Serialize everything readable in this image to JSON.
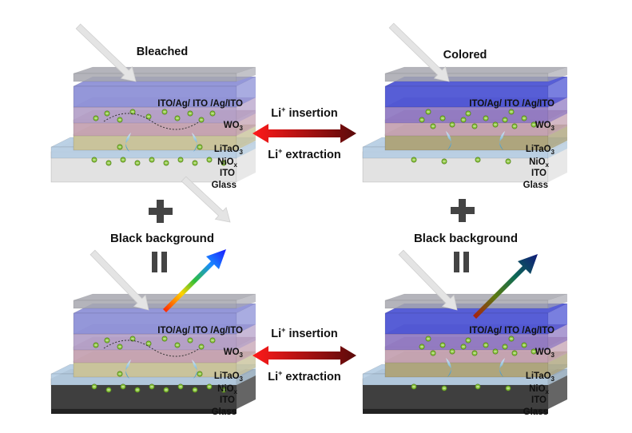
{
  "panels": [
    {
      "id": "bleached-white",
      "title": "Bleached",
      "background": "white",
      "state": "bleached"
    },
    {
      "id": "colored-white",
      "title": "Colored",
      "background": "white",
      "state": "colored"
    },
    {
      "id": "bleached-black",
      "title": "",
      "background": "black",
      "state": "bleached"
    },
    {
      "id": "colored-black",
      "title": "",
      "background": "black",
      "state": "colored"
    }
  ],
  "layer_labels": {
    "top_electrode": "ITO/Ag/ ITO /Ag/ITO",
    "wo3": {
      "base": "WO",
      "sub": "3"
    },
    "litao3": {
      "base": "LiTaO",
      "sub": "3"
    },
    "niox": {
      "base": "NiO",
      "sub": "x"
    },
    "ito": "ITO",
    "glass": "Glass"
  },
  "process": {
    "insertion": {
      "base": "Li",
      "sup": "+",
      "rest": " insertion"
    },
    "extraction": {
      "base": "Li",
      "sup": "+",
      "rest": " extraction"
    }
  },
  "plus_sign": "+",
  "equals_sign": "=",
  "background_label": "Black background",
  "colors": {
    "electrode_bleached": "#8f92d8",
    "electrode_colored": "#4f56d4",
    "wo3_bleached": "#b4a0c8",
    "wo3_colored": "#8f78c2",
    "litao3": "#c6a3b3",
    "niox_bleached": "#c9c39b",
    "niox_colored": "#aea57d",
    "ito": "#b8cfe4",
    "glass_white": "#e2e2e2",
    "glass_black": "#3f3f3f",
    "top_sheet": "#a7a8b0",
    "ion": "#8cc63f",
    "arrow_light": "#d8d8d8",
    "double_arrow_left": "#ff1a1a",
    "double_arrow_right": "#5a0a0a"
  }
}
